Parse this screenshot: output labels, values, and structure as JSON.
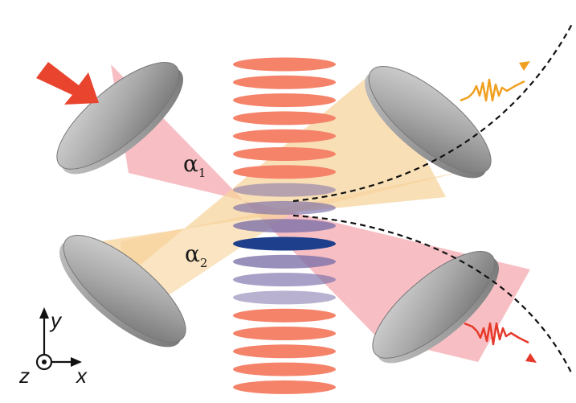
{
  "labels": {
    "alpha1": {
      "symbol": "α",
      "sub": "1"
    },
    "alpha2": {
      "symbol": "α",
      "sub": "2"
    }
  },
  "axes": {
    "y": "y",
    "z": "z",
    "x": "x"
  },
  "colors": {
    "mirror": "#9a9a9a",
    "beam_red": "#f4a6ad",
    "beam_orange": "#f6d29a",
    "lattice_layer": "#f4836a",
    "lattice_center": "#1d3f8c",
    "arrow_input": "#e8442e",
    "wave_orange": "#f0a020",
    "wave_red": "#e6392a"
  },
  "lattice": {
    "layer_count": 19,
    "highlighted_center_index": 11
  }
}
